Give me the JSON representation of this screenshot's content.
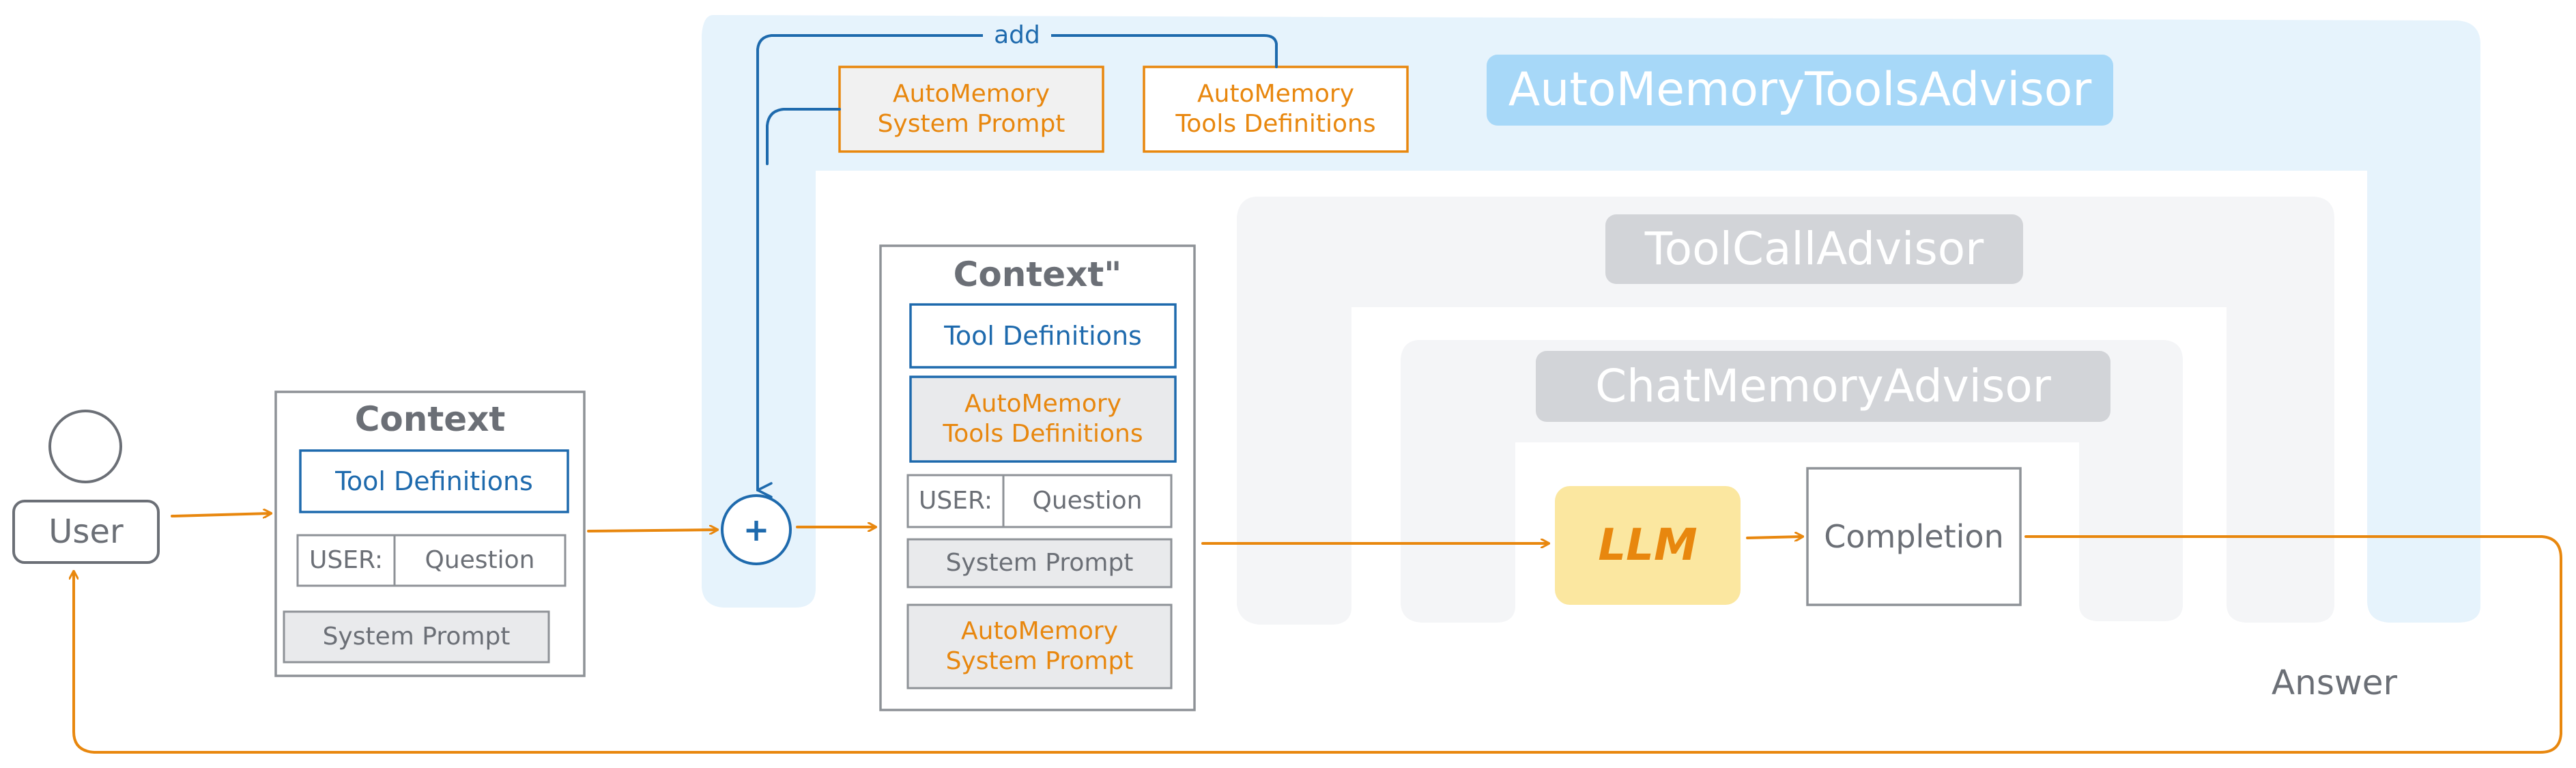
{
  "advisors": {
    "auto_memory_tools": "AutoMemoryToolsAdvisor",
    "tool_call": "ToolCallAdvisor",
    "chat_memory": "ChatMemoryAdvisor"
  },
  "user": {
    "label": "User"
  },
  "context_in": {
    "title": "Context",
    "tool_definitions": "Tool Definitions",
    "user_tag": "USER:",
    "question": "Question",
    "system_prompt": "System Prompt"
  },
  "injected": {
    "system_prompt": [
      "AutoMemory",
      "System Prompt"
    ],
    "tools_definitions": [
      "AutoMemory",
      "Tools Definitions"
    ],
    "add_label": "add",
    "plus": "+"
  },
  "context_out": {
    "title": "Context\"",
    "tool_definitions": "Tool Definitions",
    "auto_tools": [
      "AutoMemory",
      "Tools Definitions"
    ],
    "user_tag": "USER:",
    "question": "Question",
    "system_prompt": "System Prompt",
    "auto_system": [
      "AutoMemory",
      "System Prompt"
    ]
  },
  "llm": {
    "label": "LLM"
  },
  "completion": {
    "label": "Completion"
  },
  "answer": {
    "label": "Answer"
  },
  "colors": {
    "advisor_bg": "#e6f3fc",
    "advisor_badge": "#a7d8f8",
    "inner_gray": "#f4f5f7",
    "badge_gray": "#d2d4d8",
    "llm_fill": "#fbe7a0",
    "orange": "#e8870e",
    "blue": "#1e6aad",
    "gray": "#6b6f76"
  }
}
